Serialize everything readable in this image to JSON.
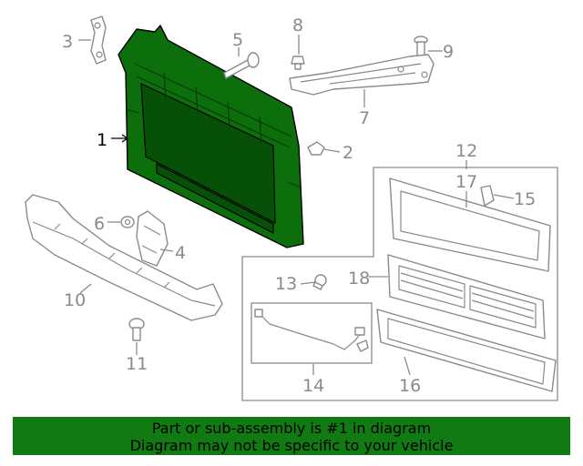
{
  "callouts": {
    "c1": "1",
    "c2": "2",
    "c3": "3",
    "c4": "4",
    "c5": "5",
    "c6": "6",
    "c7": "7",
    "c8": "8",
    "c9": "9",
    "c10": "10",
    "c11": "11",
    "c12": "12",
    "c13": "13",
    "c14": "14",
    "c15": "15",
    "c16": "16",
    "c17": "17",
    "c18": "18"
  },
  "banner": {
    "line1": "Part or sub-assembly is #1 in diagram",
    "line2": "Diagram may not be specific to your vehicle"
  },
  "colors": {
    "highlight": "#0c6f0c",
    "banner": "#127a12",
    "line": "#8a8a8a"
  }
}
